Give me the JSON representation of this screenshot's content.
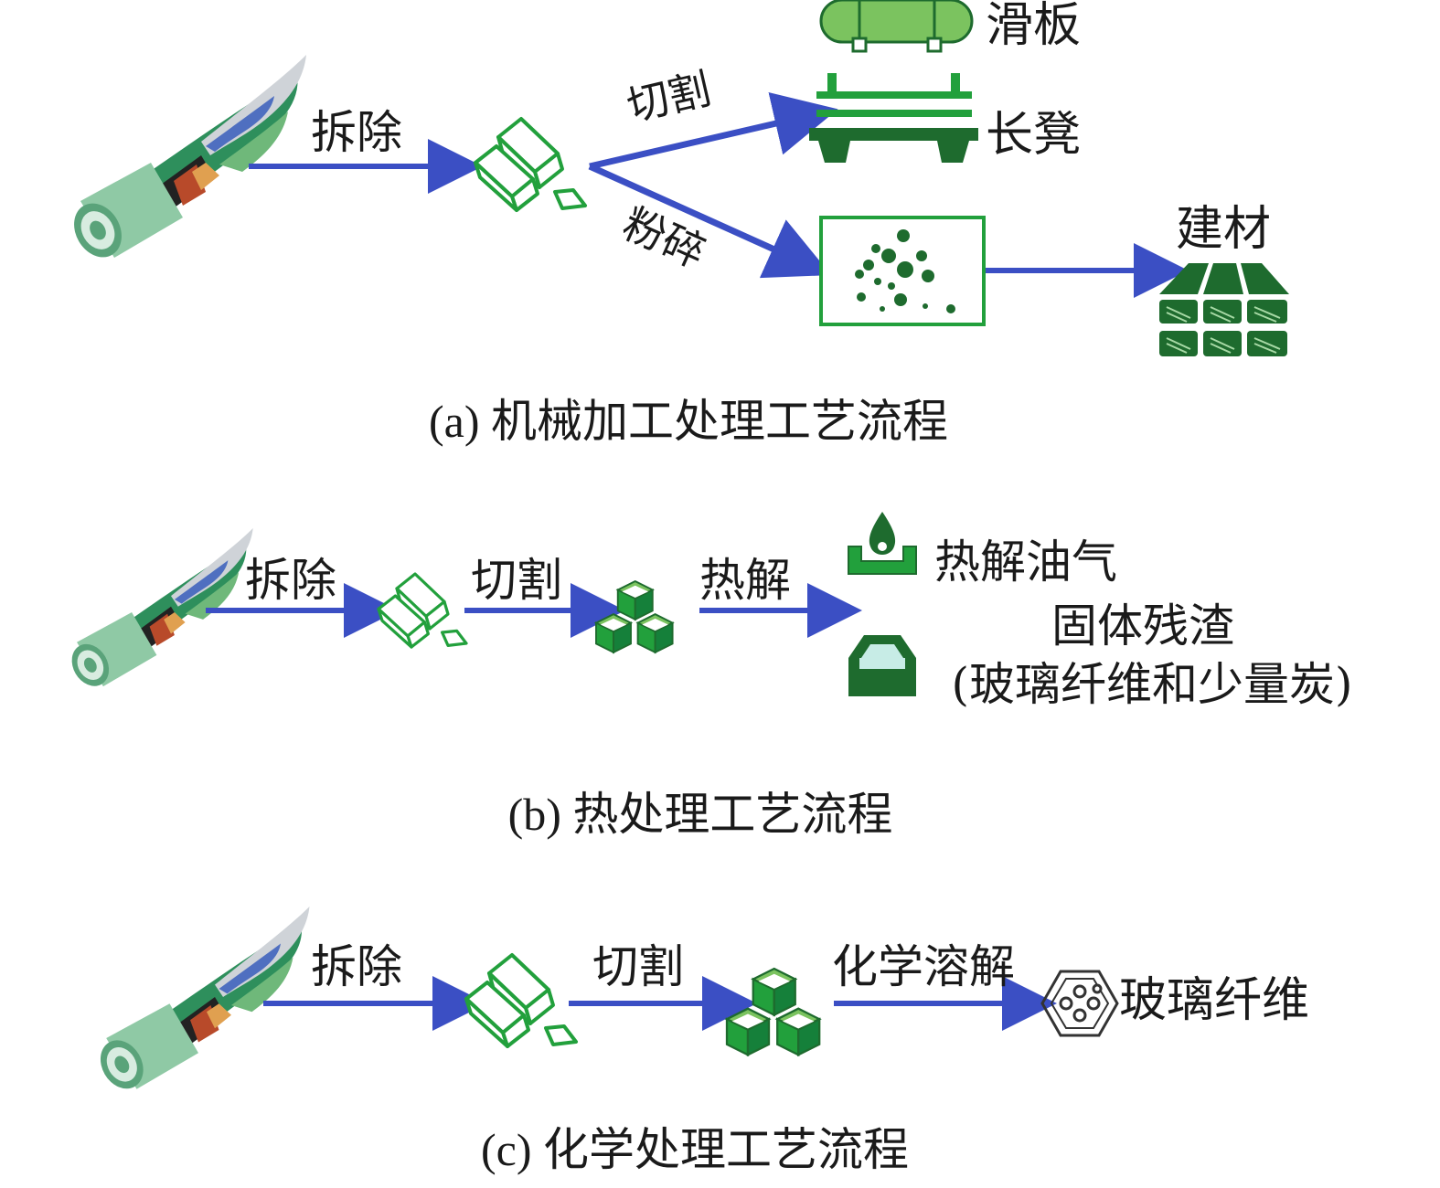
{
  "colors": {
    "arrow": "#3b4fc4",
    "icon_green": "#22a03c",
    "dark_green": "#1e6b2e",
    "light_green": "#7bc35f",
    "blade_teal": "#8fc9a5"
  },
  "icons": {
    "blade": "wind-turbine-blade-icon",
    "bars": "stacked-bars-icon",
    "cubes": "cubes-icon",
    "skateboard": "skateboard-icon",
    "bench": "bench-icon",
    "powder": "powder-box-icon",
    "tiles": "building-tiles-icon",
    "oil": "oil-gas-icon",
    "tray": "solid-residue-tray-icon",
    "hexagon": "glass-fiber-hexagon-icon"
  },
  "panel_a": {
    "step_dismantle": "拆除",
    "step_cut": "切割",
    "step_crush": "粉碎",
    "out_skateboard": "滑板",
    "out_bench": "长凳",
    "out_building": "建材",
    "caption": "(a) 机械加工处理工艺流程"
  },
  "panel_b": {
    "step_dismantle": "拆除",
    "step_cut": "切割",
    "step_pyrolysis": "热解",
    "out_oil_gas": "热解油气",
    "out_residue_line1": "固体残渣",
    "out_residue_line2": "(玻璃纤维和少量炭)",
    "caption": "(b) 热处理工艺流程"
  },
  "panel_c": {
    "step_dismantle": "拆除",
    "step_cut": "切割",
    "step_dissolve": "化学溶解",
    "out_glass_fiber": "玻璃纤维",
    "caption": "(c) 化学处理工艺流程"
  }
}
